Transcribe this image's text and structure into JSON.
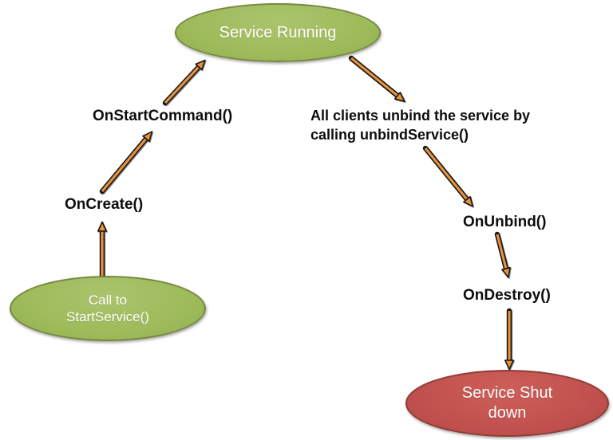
{
  "colors": {
    "background": "#ffffff",
    "green_fill": "#9dba5a",
    "green_fill_light": "#abc46c",
    "green_border": "#76873f",
    "red_fill": "#c0504d",
    "red_fill_light": "#cd5f5a",
    "red_border": "#8e3b36",
    "arrow_orange": "#e8913d",
    "arrow_outline": "#161616",
    "label_text": "#0d0d0d",
    "node_text": "#ffffff"
  },
  "nodes": {
    "service_running": {
      "label": "Service Running"
    },
    "call_to_start_service": {
      "label": "Call to\nStartService()"
    },
    "service_shut_down": {
      "label": "Service Shut\ndown"
    }
  },
  "labels": {
    "on_start_command": "OnStartCommand()",
    "on_create": "OnCreate()",
    "all_clients_unbind": "All clients unbind the service by\ncalling unbindService()",
    "on_unbind": "OnUnbind()",
    "on_destroy": "OnDestroy()"
  },
  "arrows": [
    {
      "from": "Call to StartService()",
      "to": "OnCreate()"
    },
    {
      "from": "OnCreate()",
      "to": "OnStartCommand()"
    },
    {
      "from": "OnStartCommand()",
      "to": "Service Running"
    },
    {
      "from": "Service Running",
      "to": "All clients unbind the service by calling unbindService()"
    },
    {
      "from": "All clients unbind the service by calling unbindService()",
      "to": "OnUnbind()"
    },
    {
      "from": "OnUnbind()",
      "to": "OnDestroy()"
    },
    {
      "from": "OnDestroy()",
      "to": "Service Shut down"
    }
  ]
}
